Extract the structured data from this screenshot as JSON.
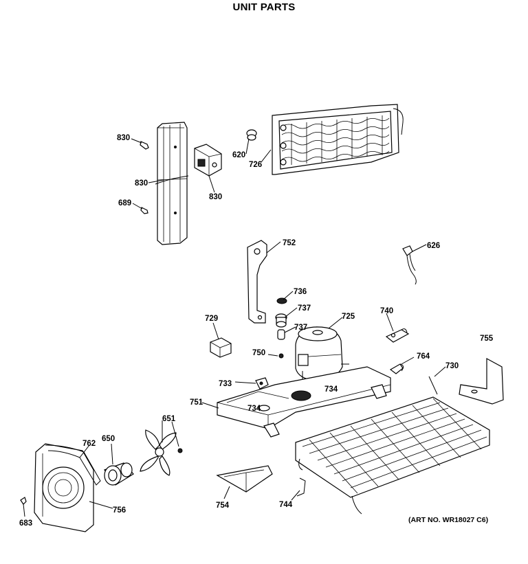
{
  "title": "UNIT PARTS",
  "art_number": "(ART NO. WR18027 C6)",
  "callouts": [
    {
      "id": "c830a",
      "text": "830"
    },
    {
      "id": "c830b",
      "text": "830"
    },
    {
      "id": "c830c",
      "text": "830"
    },
    {
      "id": "c689",
      "text": "689"
    },
    {
      "id": "c620",
      "text": "620"
    },
    {
      "id": "c726",
      "text": "726"
    },
    {
      "id": "c752",
      "text": "752"
    },
    {
      "id": "c626",
      "text": "626"
    },
    {
      "id": "c736",
      "text": "736"
    },
    {
      "id": "c737a",
      "text": "737"
    },
    {
      "id": "c737b",
      "text": "737"
    },
    {
      "id": "c729",
      "text": "729"
    },
    {
      "id": "c725",
      "text": "725"
    },
    {
      "id": "c740",
      "text": "740"
    },
    {
      "id": "c755",
      "text": "755"
    },
    {
      "id": "c750",
      "text": "750"
    },
    {
      "id": "c764",
      "text": "764"
    },
    {
      "id": "c730",
      "text": "730"
    },
    {
      "id": "c733",
      "text": "733"
    },
    {
      "id": "c734a",
      "text": "734"
    },
    {
      "id": "c734b",
      "text": "734"
    },
    {
      "id": "c751",
      "text": "751"
    },
    {
      "id": "c651",
      "text": "651"
    },
    {
      "id": "c650",
      "text": "650"
    },
    {
      "id": "c762",
      "text": "762"
    },
    {
      "id": "c756",
      "text": "756"
    },
    {
      "id": "c754",
      "text": "754"
    },
    {
      "id": "c744",
      "text": "744"
    },
    {
      "id": "c683",
      "text": "683"
    }
  ]
}
